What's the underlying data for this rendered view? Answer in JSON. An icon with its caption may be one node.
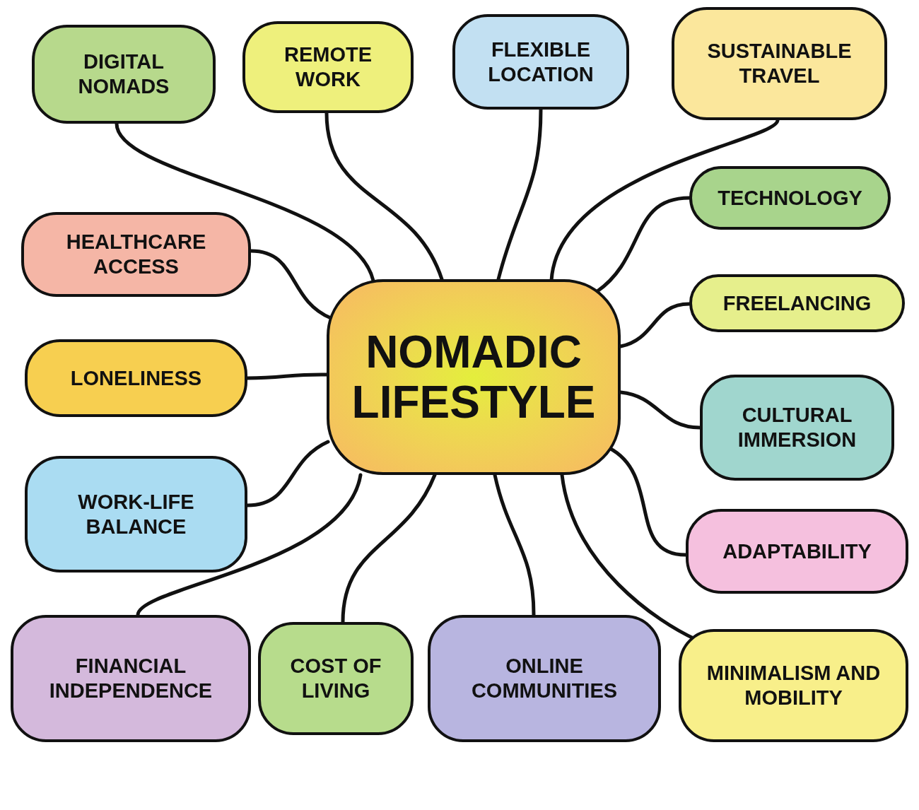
{
  "diagram": {
    "nodes": [
      {
        "text": [
          "DIGITAL NOMADS"
        ]
      },
      {
        "text": [
          "REMOTE WORK"
        ]
      },
      {
        "text": [
          "FLEXIBLE LOCATION"
        ]
      },
      {
        "text": [
          "SUSTAINABLE TRAVEL"
        ]
      },
      {
        "text": [
          "TECHNOLOGY"
        ]
      },
      {
        "text": [
          "HEALTHCARE ACCESS"
        ]
      },
      {
        "text": [
          "FREELANCING"
        ]
      },
      {
        "text": [
          "NOMADIC LIFESTYLE"
        ]
      },
      {
        "text": [
          "LONELINESS"
        ]
      },
      {
        "text": [
          "CULTURAL IMMERSION"
        ]
      },
      {
        "text": [
          "WORK-LIFE BALANCE"
        ]
      },
      {
        "text": [
          "ADAPTABILITY"
        ]
      },
      {
        "text": [
          "FINANCIAL INDEPENDENCE"
        ]
      },
      {
        "text": [
          "COST OF LIVING"
        ]
      },
      {
        "text": [
          "ONLINE COMMUNITIES"
        ]
      },
      {
        "text": [
          "MINIMALISM AND MOBILITY"
        ]
      }
    ],
    "edges": [
      {
        "from": 7,
        "to": 0,
        "arrow": "none"
      },
      {
        "from": 7,
        "to": 1,
        "arrow": "none"
      },
      {
        "from": 7,
        "to": 2,
        "arrow": "none"
      },
      {
        "from": 7,
        "to": 3,
        "arrow": "none"
      },
      {
        "from": 7,
        "to": 4,
        "arrow": "none"
      },
      {
        "from": 7,
        "to": 5,
        "arrow": "none"
      },
      {
        "from": 7,
        "to": 6,
        "arrow": "none"
      },
      {
        "from": 7,
        "to": 8,
        "arrow": "none"
      },
      {
        "from": 7,
        "to": 9,
        "arrow": "none"
      },
      {
        "from": 7,
        "to": 10,
        "arrow": "none"
      },
      {
        "from": 7,
        "to": 11,
        "arrow": "none"
      },
      {
        "from": 7,
        "to": 12,
        "arrow": "none"
      },
      {
        "from": 7,
        "to": 13,
        "arrow": "none"
      },
      {
        "from": 7,
        "to": 14,
        "arrow": "none"
      },
      {
        "from": 7,
        "to": 15,
        "arrow": "none"
      }
    ]
  }
}
